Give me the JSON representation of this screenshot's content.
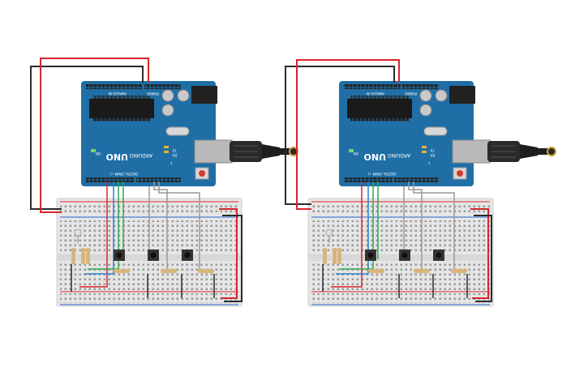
{
  "circuits": [
    {
      "id": "left",
      "board": {
        "brand": "ARDUINO",
        "model": "UNO",
        "digital_label": "DIGITAL (PWM ~)",
        "analog_label": "ANALOG IN",
        "power_label": "POWER",
        "on_label": "ON",
        "tx_label": "TX",
        "rx_label": "RX",
        "l_label": "L"
      }
    },
    {
      "id": "right",
      "board": {
        "brand": "ARDUINO",
        "model": "UNO",
        "digital_label": "DIGITAL (PWM ~)",
        "analog_label": "ANALOG IN",
        "power_label": "POWER",
        "on_label": "ON",
        "tx_label": "TX",
        "rx_label": "RX",
        "l_label": "L"
      }
    }
  ],
  "colors": {
    "board": "#1f6fa6",
    "board_dark": "#17567f",
    "breadboard": "#e9e9e9",
    "rail_red": "#d9262c",
    "rail_blue": "#2a62c9",
    "wire_red": "#d9262c",
    "wire_black": "#2b2b2b",
    "wire_green": "#2fa84f",
    "wire_blue": "#2f7fd0",
    "wire_gray": "#9a9a9a",
    "usb": "#2a2a2a",
    "resistor": "#d9b57a"
  },
  "icons": [
    "usb-plug-icon",
    "reset-button-icon",
    "pushbutton-icon",
    "led-icon",
    "resistor-icon"
  ]
}
